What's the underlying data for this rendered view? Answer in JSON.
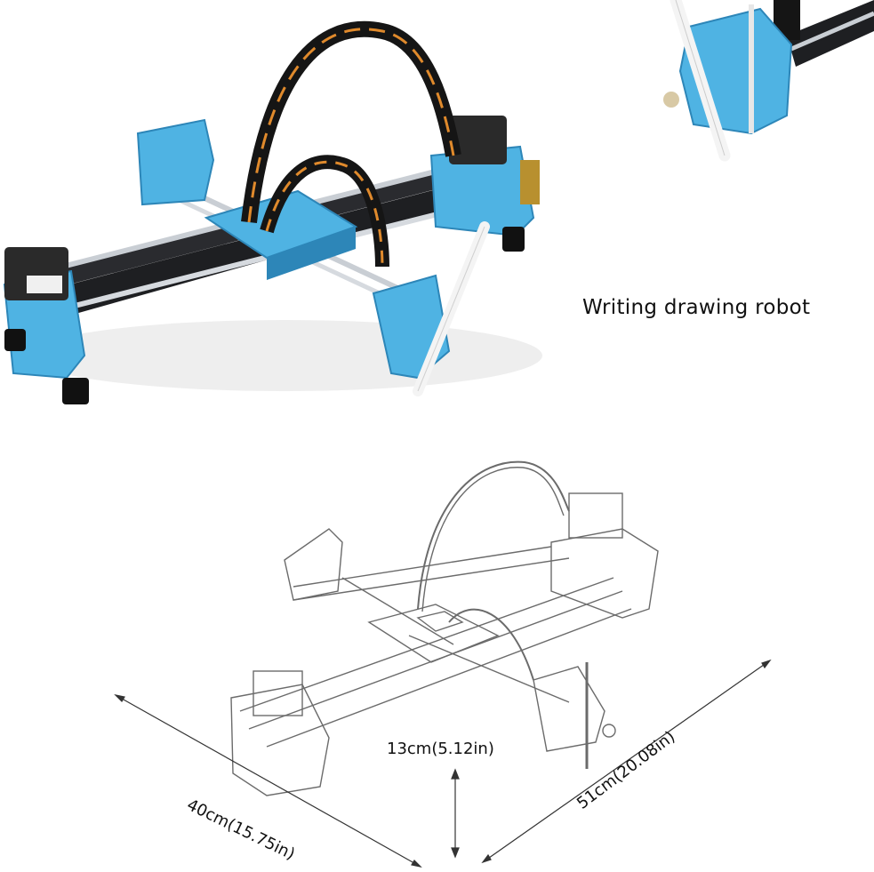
{
  "caption": "Writing drawing robot",
  "dimensions": {
    "width": "40cm(15.75in)",
    "depth": "51cm(20.08in)",
    "height": "13cm(5.12in)"
  },
  "colors": {
    "frame_blue": "#4fb3e3",
    "frame_shadow": "#2d86b8",
    "rail_silver": "#c9ced4",
    "rail_black": "#1e1f22",
    "motor": "#2a2a2a",
    "cable_black": "#151515",
    "cable_orange": "#e08a2c",
    "line_drawing": "#6b6b6b"
  }
}
